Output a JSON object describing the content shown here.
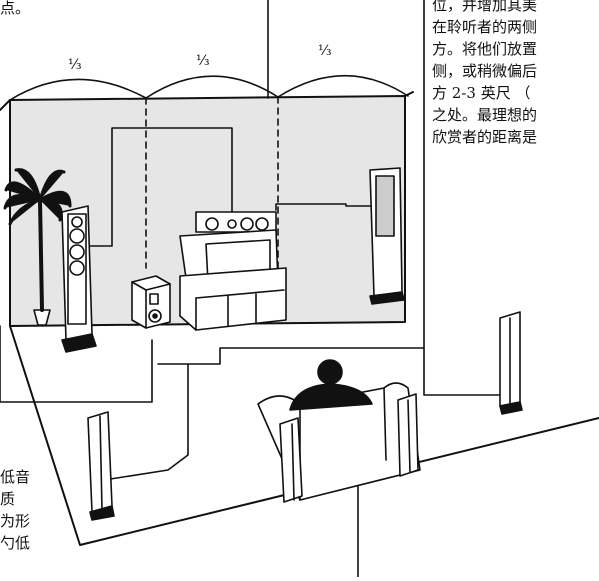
{
  "top_left_fragment": "点。",
  "fractions": [
    "⅓",
    "⅓",
    "⅓"
  ],
  "right_text_lines": [
    "位，并增加其美",
    "在聆听者的两侧",
    "方。将他们放置",
    "侧，或稍微偏后",
    "方 2-3 英尺 （",
    "之处。最理想的",
    "欣赏者的距离是"
  ],
  "left_bottom_text_lines": [
    "低音",
    "质",
    "为形",
    "勺低"
  ],
  "icons": [
    "palm-plant-icon",
    "tv-icon",
    "speaker-icon",
    "subwoofer-icon",
    "listener-icon",
    "sofa-icon"
  ],
  "colors": {
    "line": "#111111",
    "wall": "#e6e6e6",
    "speaker": "#ffffff"
  }
}
